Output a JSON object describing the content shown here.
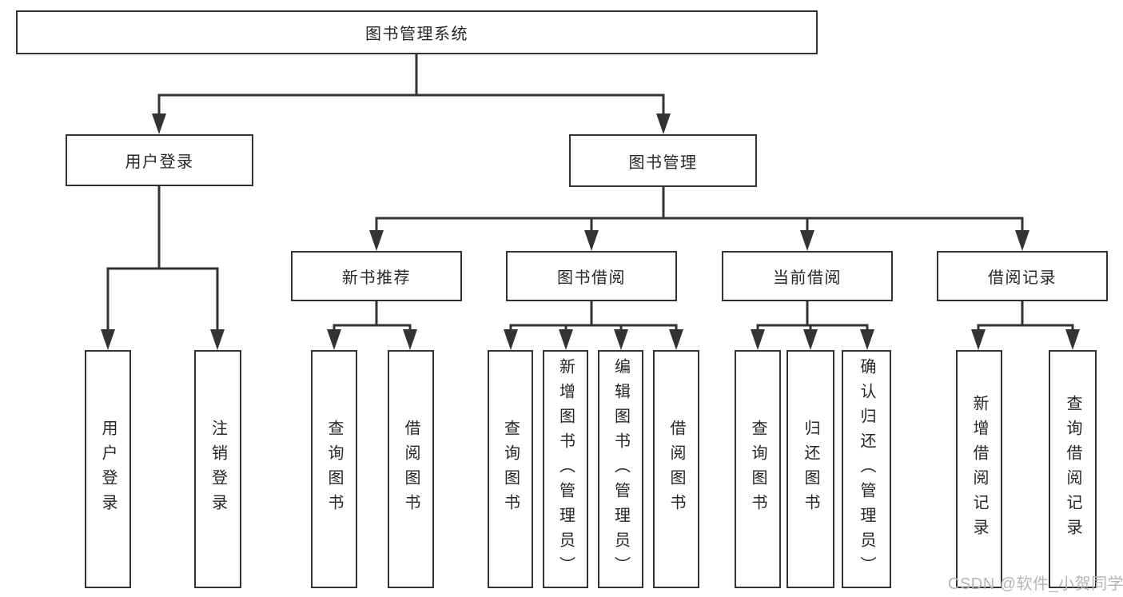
{
  "colors": {
    "line": "#333333",
    "box_border": "#333333",
    "text": "#262626",
    "watermark": "#b5b5b5",
    "background": "#ffffff"
  },
  "watermark": {
    "text": "CSDN @软件_小贺同学"
  },
  "diagram": {
    "root": {
      "label": "图书管理系统"
    },
    "level1": [
      {
        "label": "用户登录"
      },
      {
        "label": "图书管理"
      }
    ],
    "level2": [
      {
        "label": "新书推荐"
      },
      {
        "label": "图书借阅"
      },
      {
        "label": "当前借阅"
      },
      {
        "label": "借阅记录"
      }
    ],
    "leaves": {
      "user_login": [
        {
          "label": "用户登录"
        },
        {
          "label": "注销登录"
        }
      ],
      "new_books": [
        {
          "label": "查询图书"
        },
        {
          "label": "借阅图书"
        }
      ],
      "book_borrow": [
        {
          "label": "查询图书"
        },
        {
          "label": "新增图书（管理员）"
        },
        {
          "label": "编辑图书（管理员）"
        },
        {
          "label": "借阅图书"
        }
      ],
      "current_borrow": [
        {
          "label": "查询图书"
        },
        {
          "label": "归还图书"
        },
        {
          "label": "确认归还（管理员）"
        }
      ],
      "borrow_records": [
        {
          "label": "新增借阅记录"
        },
        {
          "label": "查询借阅记录"
        }
      ]
    }
  }
}
